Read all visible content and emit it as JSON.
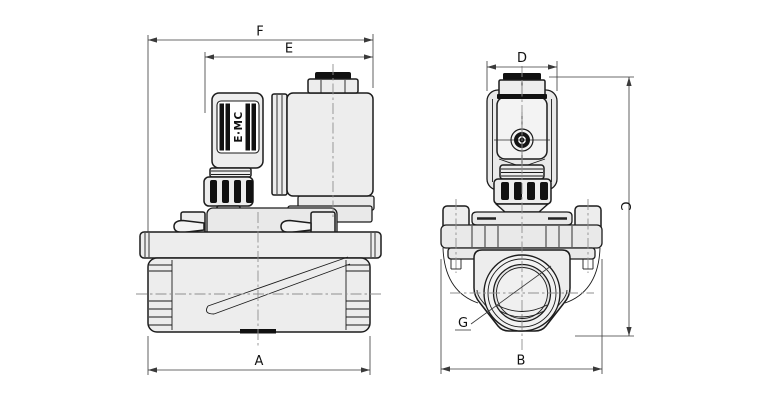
{
  "drawing": {
    "type": "solenoid-valve-technical-drawing",
    "brand_label": "E·MC",
    "dimension_labels": {
      "a": "A",
      "b": "B",
      "c": "C",
      "d": "D",
      "e": "E",
      "f": "F",
      "g": "G"
    },
    "colors": {
      "line": "#1c1c1c",
      "part_fill": "#ededed",
      "dark_detail": "#111111",
      "centerline": "#8f8f8f",
      "dimension_line": "#3a3a3a",
      "background": "#ffffff"
    }
  }
}
